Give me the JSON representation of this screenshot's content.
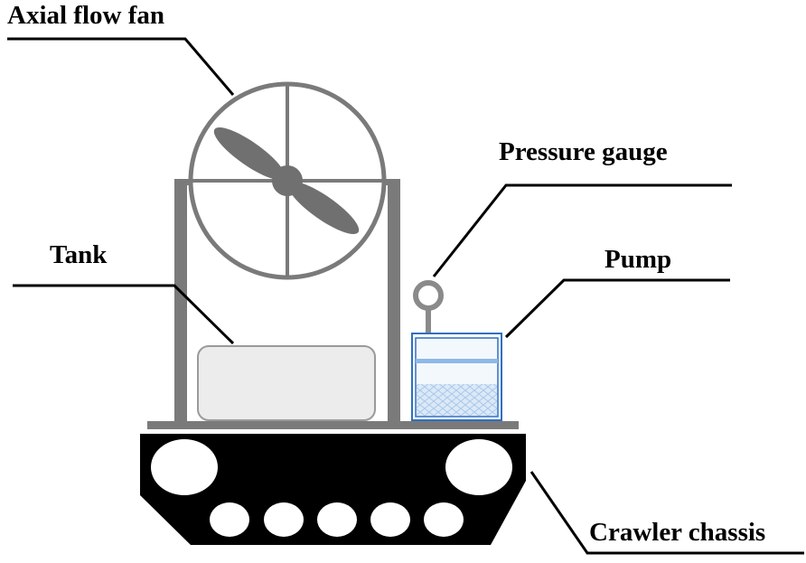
{
  "labels": {
    "fan": "Axial flow fan",
    "gauge": "Pressure gauge",
    "tank": "Tank",
    "pump": "Pump",
    "chassis": "Crawler chassis"
  },
  "colors": {
    "frame": "#7a7a7a",
    "tank_fill": "#ececec",
    "tank_stroke": "#9a9a9a",
    "pump_stroke": "#2f6fc0",
    "pump_fill_light": "#eef5fc",
    "pump_fill_pattern": "#cfe2f4",
    "chassis": "#000000",
    "wheel": "#ffffff",
    "leader": "#000000"
  }
}
